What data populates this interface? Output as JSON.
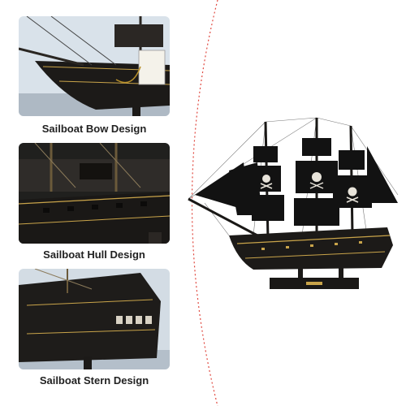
{
  "panels": [
    {
      "caption": "Sailboat Bow Design"
    },
    {
      "caption": "Sailboat Hull Design"
    },
    {
      "caption": "Sailboat Stern Design"
    }
  ],
  "colors": {
    "divider": "#e0483f",
    "photo_bg": "#cfd8e2",
    "wood_dark": "#1c1a18",
    "sail": "#121212",
    "gold_trim": "#c9a44a"
  }
}
